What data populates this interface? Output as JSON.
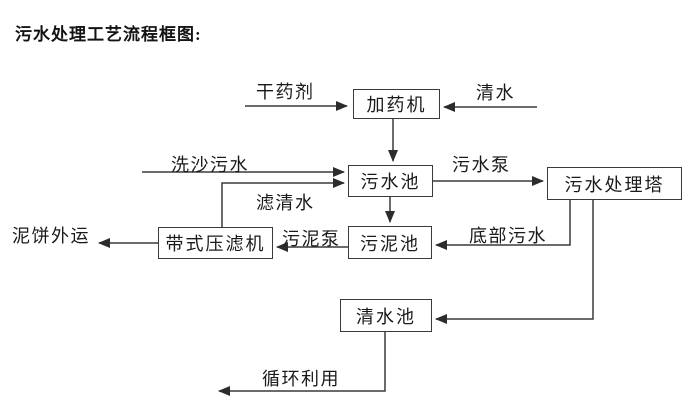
{
  "title": "污水处理工艺流程框图:",
  "nodes": {
    "dosing_machine": "加药机",
    "sewage_pool": "污水池",
    "treatment_tower": "污水处理塔",
    "sludge_pool": "污泥池",
    "belt_filter_press": "带式压滤机",
    "clean_water_pool": "清水池"
  },
  "labels": {
    "dry_agent": "干药剂",
    "clean_water": "清水",
    "sand_washing_sewage": "洗沙污水",
    "sewage_pump": "污水泵",
    "filtered_water": "滤清水",
    "bottom_sewage": "底部污水",
    "sludge_pump": "污泥泵",
    "mud_cake_out": "泥饼外运",
    "recycle_use": "循环利用"
  },
  "edges": [
    {
      "from": "干药剂",
      "to": "加药机",
      "label": ""
    },
    {
      "from": "清水",
      "to": "加药机",
      "label": ""
    },
    {
      "from": "加药机",
      "to": "污水池",
      "label": ""
    },
    {
      "from": "洗沙污水",
      "to": "污水池",
      "label": ""
    },
    {
      "from": "带式压滤机",
      "to": "污水池",
      "label": "滤清水"
    },
    {
      "from": "污水池",
      "to": "污水处理塔",
      "label": "污水泵"
    },
    {
      "from": "污水池",
      "to": "污泥池",
      "label": ""
    },
    {
      "from": "污水处理塔",
      "to": "污泥池",
      "label": "底部污水"
    },
    {
      "from": "污泥池",
      "to": "带式压滤机",
      "label": "污泥泵"
    },
    {
      "from": "带式压滤机",
      "to": "泥饼外运",
      "label": ""
    },
    {
      "from": "污水处理塔",
      "to": "清水池",
      "label": ""
    },
    {
      "from": "清水池",
      "to": "循环利用",
      "label": ""
    }
  ],
  "colors": {
    "background": "#ffffff",
    "line": "#3a3a3a",
    "box_border": "#3a3a3a",
    "text": "#1a1a1a"
  }
}
